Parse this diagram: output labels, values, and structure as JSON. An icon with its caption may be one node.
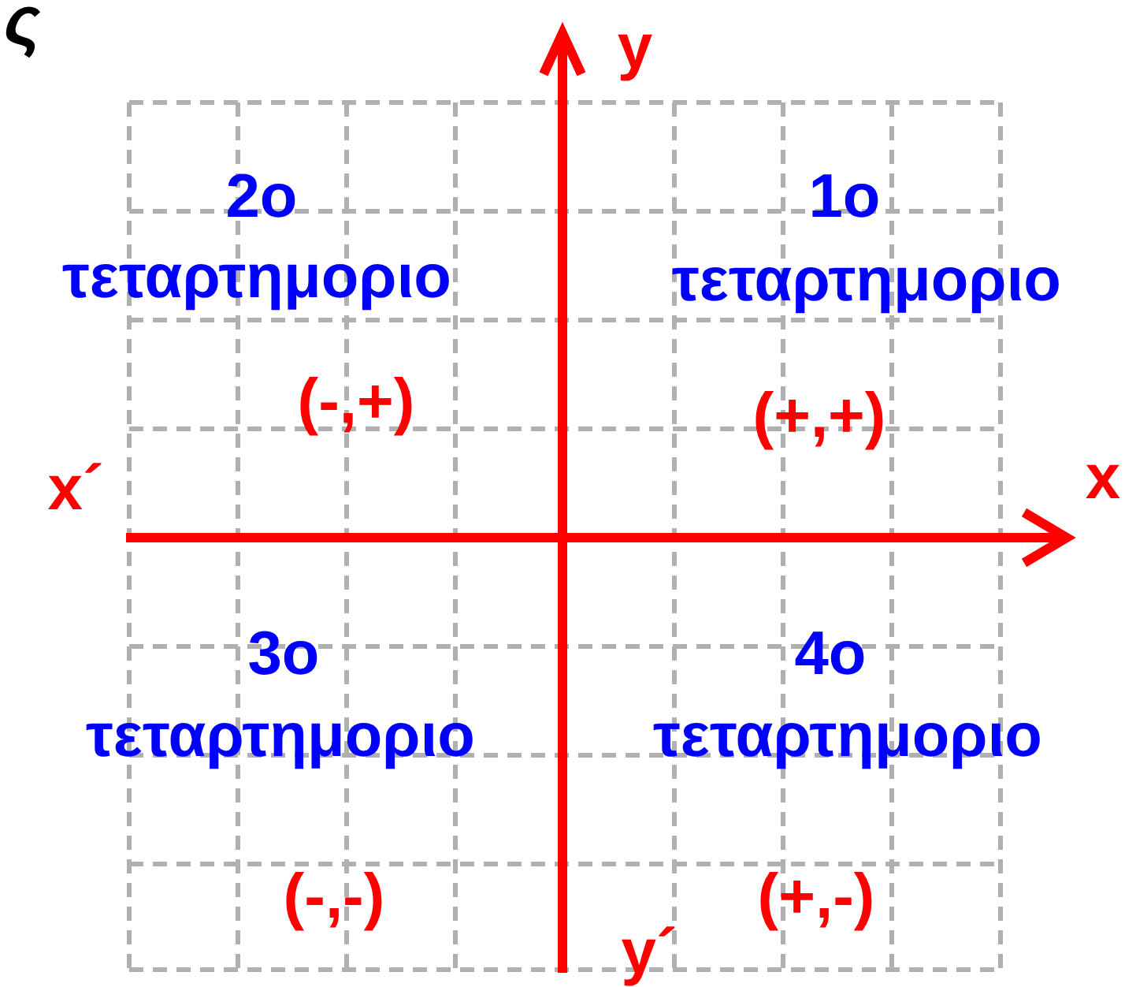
{
  "diagram": {
    "labels": [
      "ς",
      "y",
      "2ο",
      "τεταρτημοριο",
      "1ο",
      "τεταρτημοριο",
      "(-,+)",
      "(+,+)",
      "x´",
      "x",
      "3ο",
      "τεταρτημοριο",
      "4ο",
      "τεταρτημοριο",
      "(-,-)",
      "(+,-)",
      "y´"
    ]
  }
}
